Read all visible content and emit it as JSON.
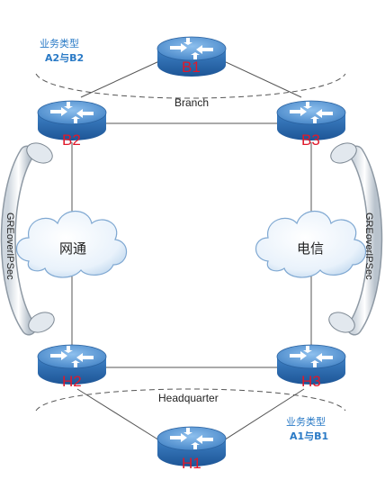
{
  "routers": {
    "b1": "B1",
    "b2": "B2",
    "b3": "B3",
    "h1": "H1",
    "h2": "H2",
    "h3": "H3"
  },
  "site_labels": {
    "branch": "Branch",
    "headquarter": "Headquarter"
  },
  "clouds": {
    "left": "网通",
    "right": "电信"
  },
  "tunnels": {
    "left": "GREoverIPSec",
    "right": "GREoverIPSec"
  },
  "service_notes": {
    "top": {
      "line1": "业务类型",
      "line2": "A2与B2"
    },
    "bottom": {
      "line1": "业务类型",
      "line2": "A1与B1"
    }
  },
  "colors": {
    "router_body": "#2c6fb3",
    "router_top": "#5c9ad6",
    "router_label": "#e0182a",
    "note_text": "#2a7ac6",
    "line": "#555555"
  },
  "icons": {
    "router": "router-icon",
    "cloud": "cloud-icon"
  }
}
